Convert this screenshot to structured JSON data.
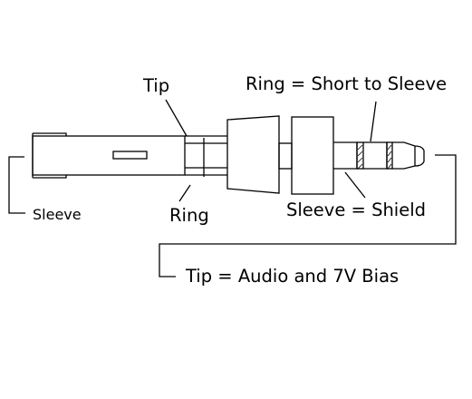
{
  "labels": {
    "tip_top": "Tip",
    "ring_top": "Ring = Short to Sleeve",
    "sleeve_left": "Sleeve",
    "ring_bottom": "Ring",
    "sleeve_shield": "Sleeve = Shield",
    "tip_bias": "Tip = Audio and 7V Bias"
  },
  "colors": {
    "stroke": "#000000",
    "background": "#ffffff"
  }
}
